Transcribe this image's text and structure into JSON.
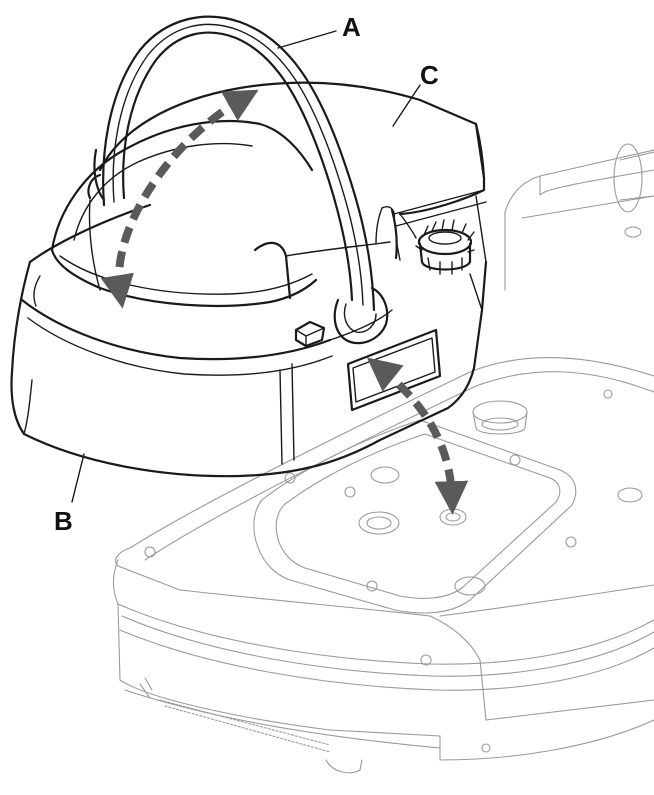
{
  "diagram": {
    "labels": {
      "handle": "A",
      "housing": "B",
      "lid": "C"
    },
    "colors": {
      "line": "#1a1a1a",
      "base_line": "#9a9a9a",
      "arrow": "#5a5a5a",
      "background": "#ffffff"
    }
  }
}
